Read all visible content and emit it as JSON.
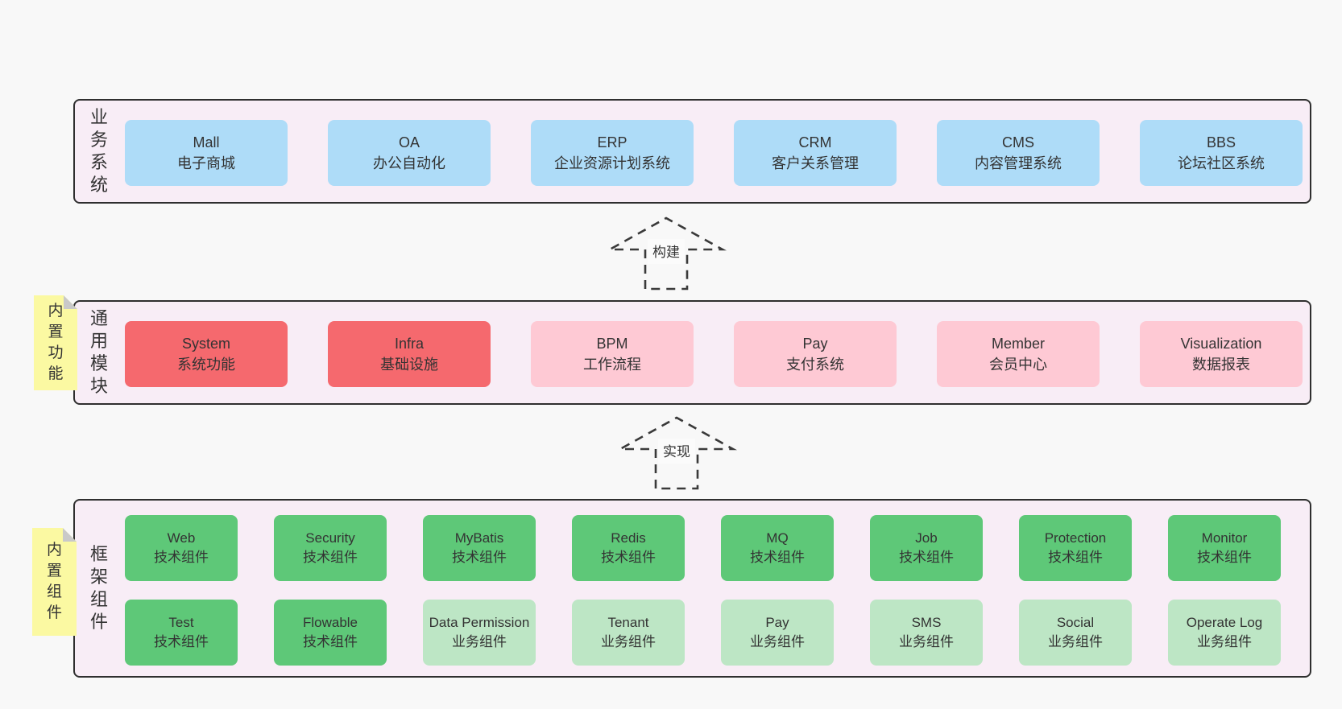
{
  "canvas": {
    "background": "#f8f8f8"
  },
  "colors": {
    "band_bg": "#f8edf6",
    "band_border": "#2f2f2f",
    "blue": "#aedcf8",
    "red": "#f5696e",
    "pink": "#fec9d4",
    "green": "#5ec878",
    "light_green": "#bde6c5",
    "sticky_yellow": "#fbf9a2",
    "fold_gray": "#c9c9c9",
    "text": "#333333"
  },
  "arrows": [
    {
      "label": "构建"
    },
    {
      "label": "实现"
    }
  ],
  "bands": [
    {
      "label": "业务系统",
      "items": [
        {
          "name": "Mall",
          "desc": "电子商城"
        },
        {
          "name": "OA",
          "desc": "办公自动化"
        },
        {
          "name": "ERP",
          "desc": "企业资源计划系统"
        },
        {
          "name": "CRM",
          "desc": "客户关系管理"
        },
        {
          "name": "CMS",
          "desc": "内容管理系统"
        },
        {
          "name": "BBS",
          "desc": "论坛社区系统"
        }
      ]
    },
    {
      "label": "通用模块",
      "sticky": "内置功能",
      "items": [
        {
          "name": "System",
          "desc": "系统功能"
        },
        {
          "name": "Infra",
          "desc": "基础设施"
        },
        {
          "name": "BPM",
          "desc": "工作流程"
        },
        {
          "name": "Pay",
          "desc": "支付系统"
        },
        {
          "name": "Member",
          "desc": "会员中心"
        },
        {
          "name": "Visualization",
          "desc": "数据报表"
        }
      ]
    },
    {
      "label": "框架组件",
      "sticky": "内置组件",
      "rows": [
        [
          {
            "name": "Web",
            "desc": "技术组件"
          },
          {
            "name": "Security",
            "desc": "技术组件"
          },
          {
            "name": "MyBatis",
            "desc": "技术组件"
          },
          {
            "name": "Redis",
            "desc": "技术组件"
          },
          {
            "name": "MQ",
            "desc": "技术组件"
          },
          {
            "name": "Job",
            "desc": "技术组件"
          },
          {
            "name": "Protection",
            "desc": "技术组件"
          },
          {
            "name": "Monitor",
            "desc": "技术组件"
          }
        ],
        [
          {
            "name": "Test",
            "desc": "技术组件"
          },
          {
            "name": "Flowable",
            "desc": "技术组件"
          },
          {
            "name": "Data Permission",
            "desc": "业务组件"
          },
          {
            "name": "Tenant",
            "desc": "业务组件"
          },
          {
            "name": "Pay",
            "desc": "业务组件"
          },
          {
            "name": "SMS",
            "desc": "业务组件"
          },
          {
            "name": "Social",
            "desc": "业务组件"
          },
          {
            "name": "Operate Log",
            "desc": "业务组件"
          }
        ]
      ]
    }
  ]
}
